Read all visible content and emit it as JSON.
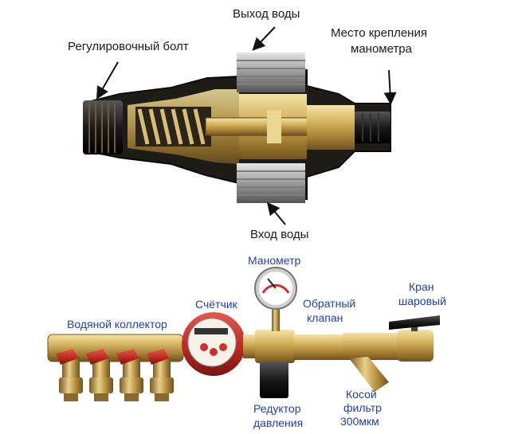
{
  "top_diagram": {
    "labels": {
      "water_out": "Выход воды",
      "adjusting_bolt": "Регулировочный болт",
      "gauge_mount_line1": "Место крепления",
      "gauge_mount_line2": "манометра",
      "water_in": "Вход воды"
    }
  },
  "bottom_diagram": {
    "labels": {
      "manometer": "Манометр",
      "meter": "Счётчик",
      "check_valve_line1": "Обратный",
      "check_valve_line2": "клапан",
      "ball_valve_line1": "Кран",
      "ball_valve_line2": "шаровый",
      "manifold": "Водяной коллектор",
      "reducer_line1": "Редуктор",
      "reducer_line2": "давления",
      "filter_line1": "Косой",
      "filter_line2": "фильтр",
      "filter_line3": "300мкм"
    }
  },
  "colors": {
    "label_dark": "#1a1a1a",
    "label_blue": "#1f3fae",
    "brass": "#c9a24a",
    "meter_red": "#c8322a",
    "handle_red": "#b11a2c"
  }
}
